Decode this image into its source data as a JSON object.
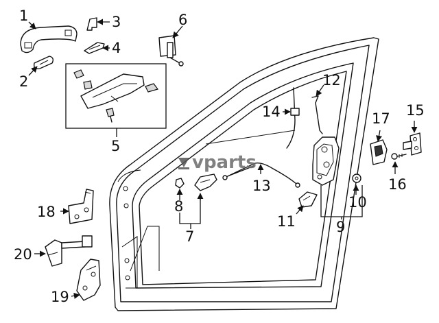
{
  "watermark": {
    "text": "vparts",
    "logo": "vparts-logo"
  },
  "callouts": [
    {
      "id": "1",
      "label": "1"
    },
    {
      "id": "2",
      "label": "2"
    },
    {
      "id": "3",
      "label": "3"
    },
    {
      "id": "4",
      "label": "4"
    },
    {
      "id": "5",
      "label": "5"
    },
    {
      "id": "6",
      "label": "6"
    },
    {
      "id": "7",
      "label": "7"
    },
    {
      "id": "8",
      "label": "8"
    },
    {
      "id": "9",
      "label": "9"
    },
    {
      "id": "10",
      "label": "10"
    },
    {
      "id": "11",
      "label": "11"
    },
    {
      "id": "12",
      "label": "12"
    },
    {
      "id": "13",
      "label": "13"
    },
    {
      "id": "14",
      "label": "14"
    },
    {
      "id": "15",
      "label": "15"
    },
    {
      "id": "16",
      "label": "16"
    },
    {
      "id": "17",
      "label": "17"
    },
    {
      "id": "18",
      "label": "18"
    },
    {
      "id": "19",
      "label": "19"
    },
    {
      "id": "20",
      "label": "20"
    }
  ]
}
